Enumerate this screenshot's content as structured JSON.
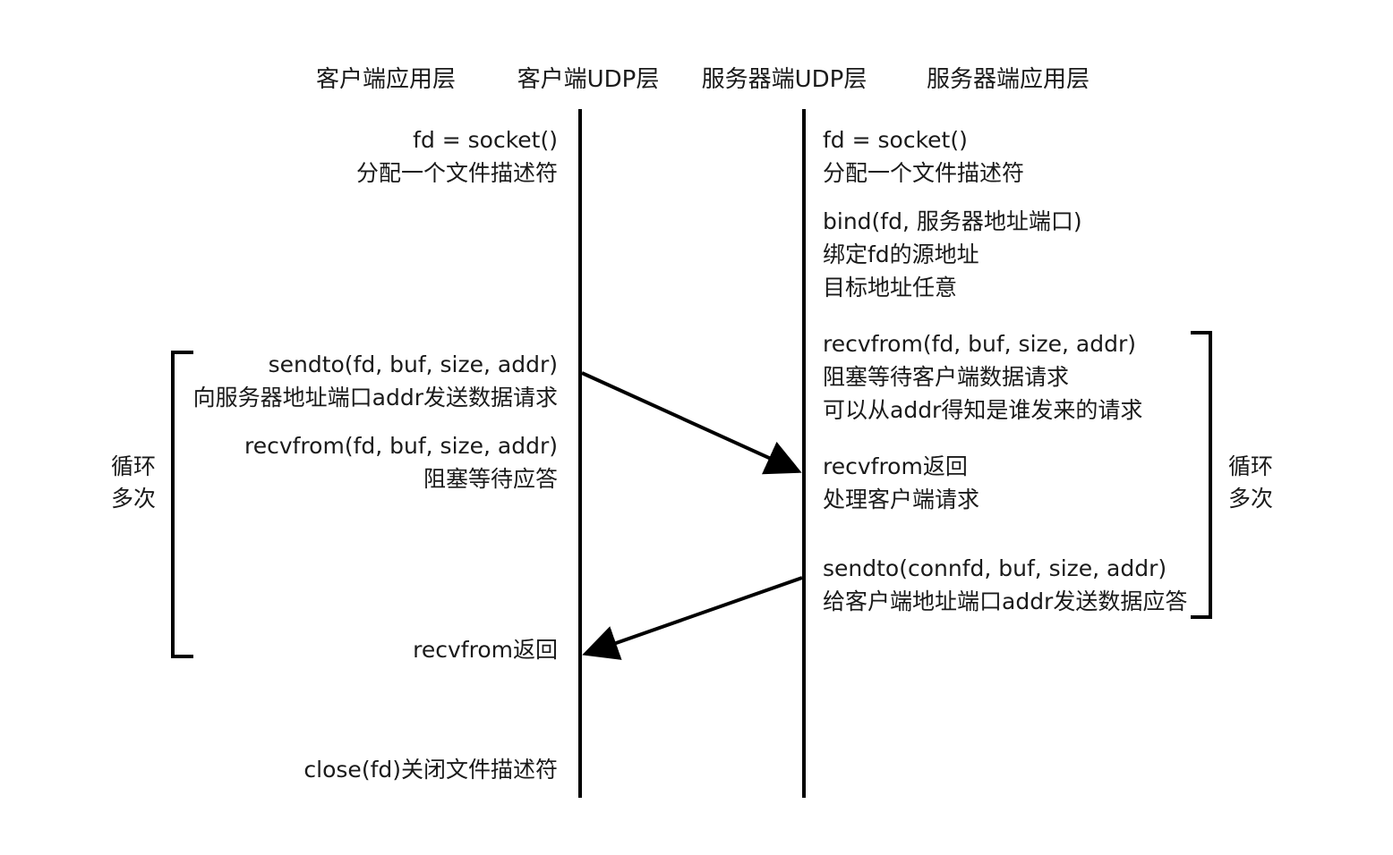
{
  "headers": {
    "client_app": "客户端应用层",
    "client_udp": "客户端UDP层",
    "server_udp": "服务器端UDP层",
    "server_app": "服务器端应用层"
  },
  "client": {
    "socket": {
      "call": "fd = socket()",
      "desc": "分配一个文件描述符"
    },
    "sendto": {
      "call": "sendto(fd, buf, size, addr)",
      "desc": "向服务器地址端口addr发送数据请求"
    },
    "recvfrom": {
      "call": "recvfrom(fd, buf, size, addr)",
      "desc": "阻塞等待应答"
    },
    "recvfrom_return": "recvfrom返回",
    "close": "close(fd)关闭文件描述符",
    "loop_label": [
      "循环",
      "多次"
    ]
  },
  "server": {
    "socket": {
      "call": "fd = socket()",
      "desc": "分配一个文件描述符"
    },
    "bind": {
      "call": "bind(fd, 服务器地址端口)",
      "desc1": "绑定fd的源地址",
      "desc2": "目标地址任意"
    },
    "recvfrom": {
      "call": "recvfrom(fd, buf, size, addr)",
      "desc1": "阻塞等待客户端数据请求",
      "desc2": "可以从addr得知是谁发来的请求"
    },
    "recvfrom_return": {
      "call": "recvfrom返回",
      "desc": "处理客户端请求"
    },
    "sendto": {
      "call": "sendto(connfd, buf, size, addr)",
      "desc": "给客户端地址端口addr发送数据应答"
    },
    "loop_label": [
      "循环",
      "多次"
    ]
  },
  "colors": {
    "line": "#000000",
    "text": "#1a1a1a"
  }
}
